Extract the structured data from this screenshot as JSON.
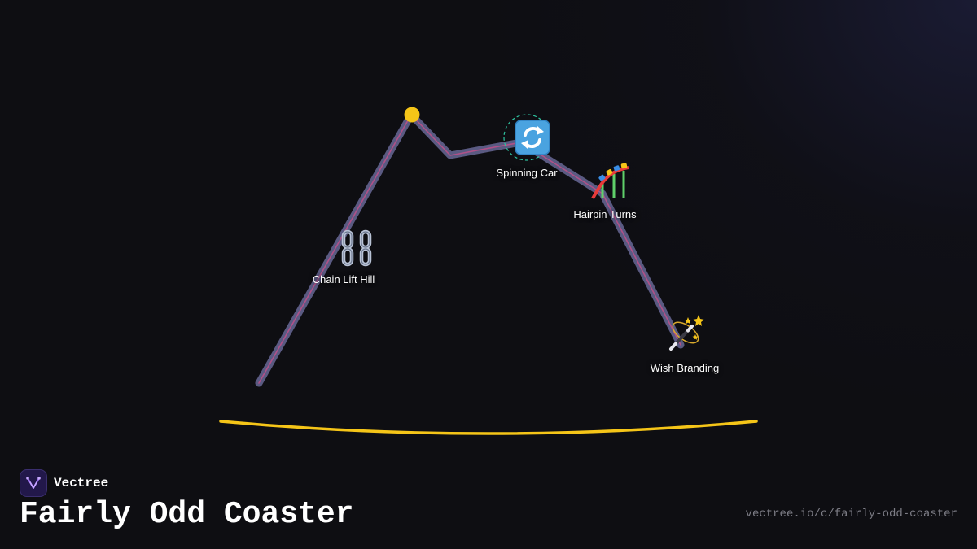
{
  "brand": {
    "name": "Vectree",
    "logo_icon": "vectree-logo-icon"
  },
  "title": "Fairly Odd Coaster",
  "url": "vectree.io/c/fairly-odd-coaster",
  "colors": {
    "track": "#5a5a82",
    "track_inner": "#c0508a",
    "ground": "#f5c518",
    "peak_dot": "#f5c518",
    "highlight_ring": "#2ec4a0",
    "background": "#0e0e12"
  },
  "nodes": [
    {
      "label": "Chain Lift Hill",
      "icon": "chain-icon"
    },
    {
      "label": "Spinning Car",
      "icon": "rotating-arrows-icon"
    },
    {
      "label": "Hairpin Turns",
      "icon": "roller-coaster-icon"
    },
    {
      "label": "Wish Branding",
      "icon": "magic-wand-icon"
    }
  ]
}
